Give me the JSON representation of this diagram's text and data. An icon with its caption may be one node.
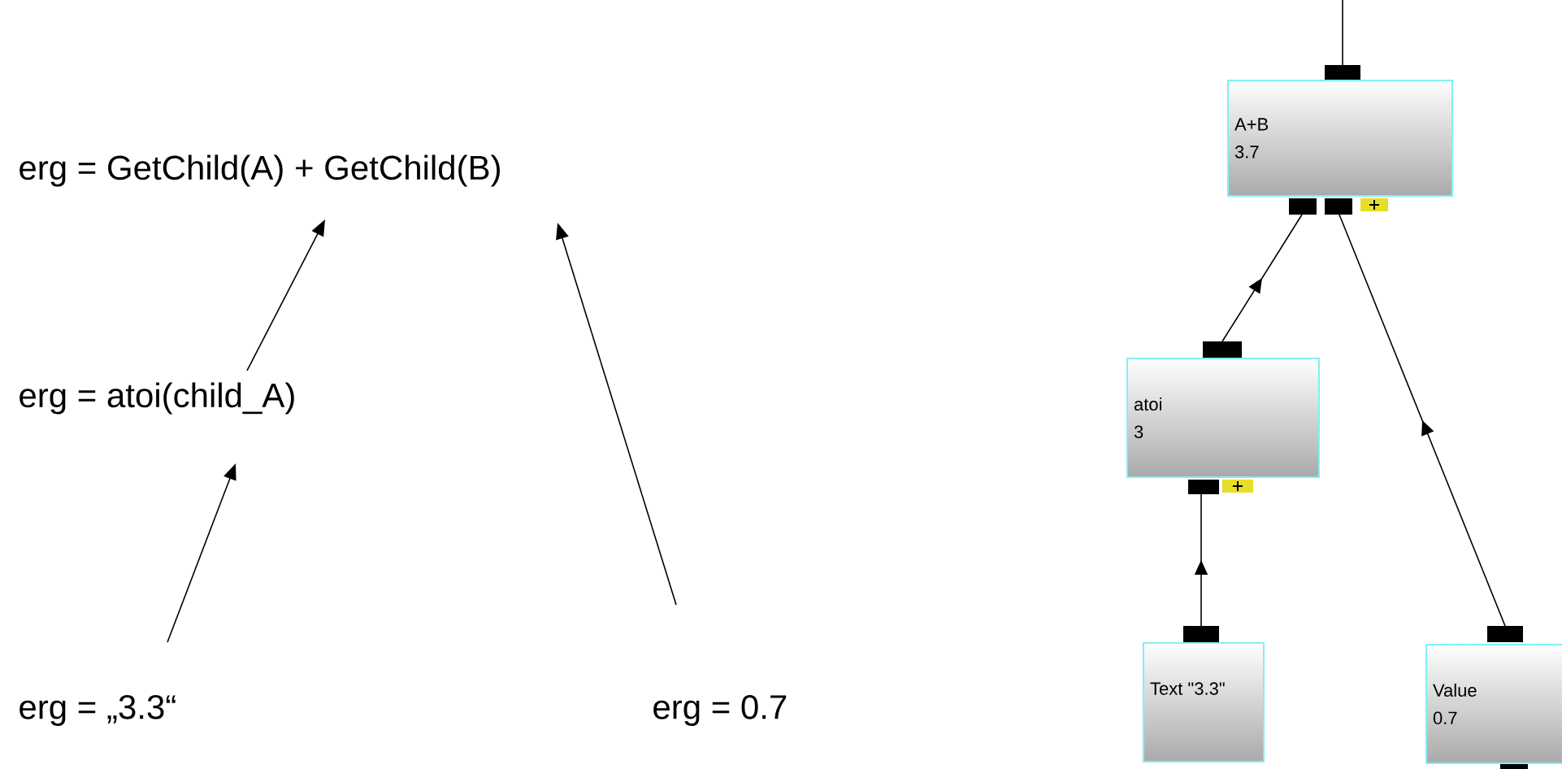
{
  "diagram": {
    "nodes": [
      {
        "text": [
          "erg = GetChild(A) + GetChild(B)"
        ]
      },
      {
        "text": [
          "erg = atoi(child_A)"
        ]
      },
      {
        "text": [
          "erg = „3.3“"
        ]
      },
      {
        "text": [
          "erg = 0.7"
        ]
      },
      {
        "text": [
          "A+B",
          "3.7"
        ]
      },
      {
        "text": [
          "atoi",
          "3"
        ]
      },
      {
        "text": [
          "Text \"3.3\""
        ]
      },
      {
        "text": [
          "Value",
          "0.7"
        ]
      }
    ],
    "edges": [
      {
        "from": 1,
        "to": 0,
        "arrow": "to"
      },
      {
        "from": 2,
        "to": 1,
        "arrow": "to"
      },
      {
        "from": 3,
        "to": 0,
        "arrow": "to"
      },
      {
        "from": null,
        "to": 4,
        "arrow": "other"
      },
      {
        "from": 5,
        "to": 4,
        "arrow": "to"
      },
      {
        "from": 6,
        "to": 5,
        "arrow": "to"
      },
      {
        "from": 7,
        "to": 4,
        "arrow": "to"
      }
    ]
  }
}
